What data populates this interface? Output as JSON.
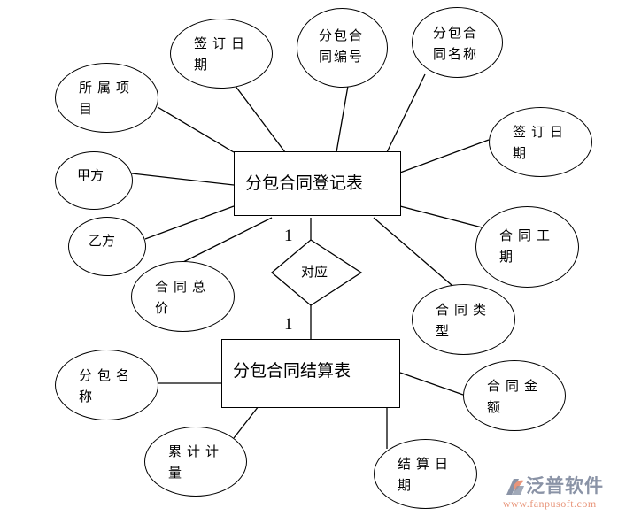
{
  "diagram": {
    "type": "ER diagram",
    "entities": [
      {
        "id": "register",
        "label": "分包合同登记表"
      },
      {
        "id": "settlement",
        "label": "分包合同结算表"
      }
    ],
    "relationship": {
      "label": "对应",
      "card_top": "1",
      "card_bottom": "1"
    },
    "register_attributes": [
      {
        "line1": "所属项",
        "line2": "目"
      },
      {
        "line1": "签订日",
        "line2": "期"
      },
      {
        "line1": "分包合",
        "line2": "同编号"
      },
      {
        "line1": "分包合",
        "line2": "同名称"
      },
      {
        "line1": "签订日",
        "line2": "期"
      },
      {
        "line1": "甲方",
        "line2": ""
      },
      {
        "line1": "乙方",
        "line2": ""
      },
      {
        "line1": "合同总",
        "line2": "价"
      },
      {
        "line1": "合同工",
        "line2": "期"
      },
      {
        "line1": "合同类",
        "line2": "型"
      }
    ],
    "settlement_attributes": [
      {
        "line1": "分包名",
        "line2": "称"
      },
      {
        "line1": "累计计",
        "line2": "量"
      },
      {
        "line1": "合同金",
        "line2": "额"
      },
      {
        "line1": "结算日",
        "line2": "期"
      }
    ]
  },
  "watermark": {
    "brand": "泛普软件",
    "url": "www.fanpusoft.com"
  }
}
